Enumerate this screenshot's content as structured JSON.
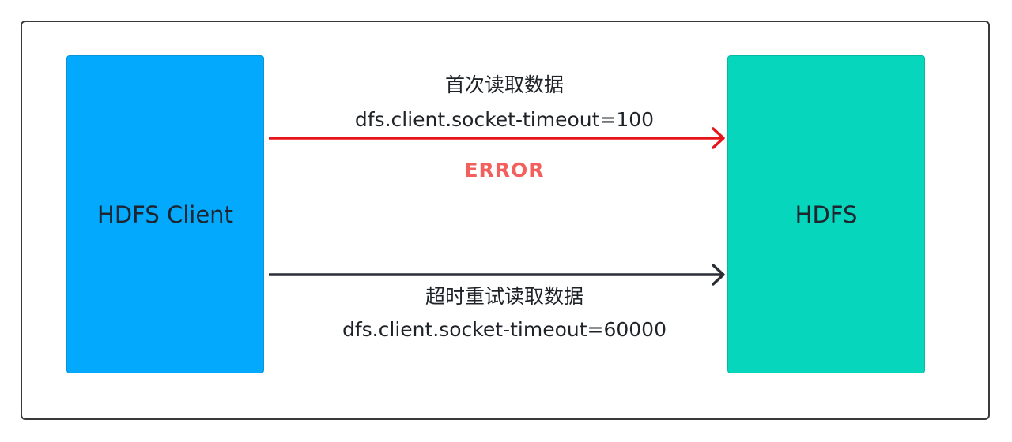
{
  "diagram": {
    "client_label": "HDFS Client",
    "server_label": "HDFS",
    "first_read": {
      "title": "首次读取数据",
      "config": "dfs.client.socket-timeout=100",
      "status": "ERROR"
    },
    "retry_read": {
      "title": "超时重试读取数据",
      "config": "dfs.client.socket-timeout=60000"
    }
  },
  "colors": {
    "client_box": "#03a9fc",
    "server_box": "#06d6bb",
    "error_arrow": "#e8141c",
    "retry_arrow": "#2a2f36",
    "error_text": "#f25f5c"
  }
}
